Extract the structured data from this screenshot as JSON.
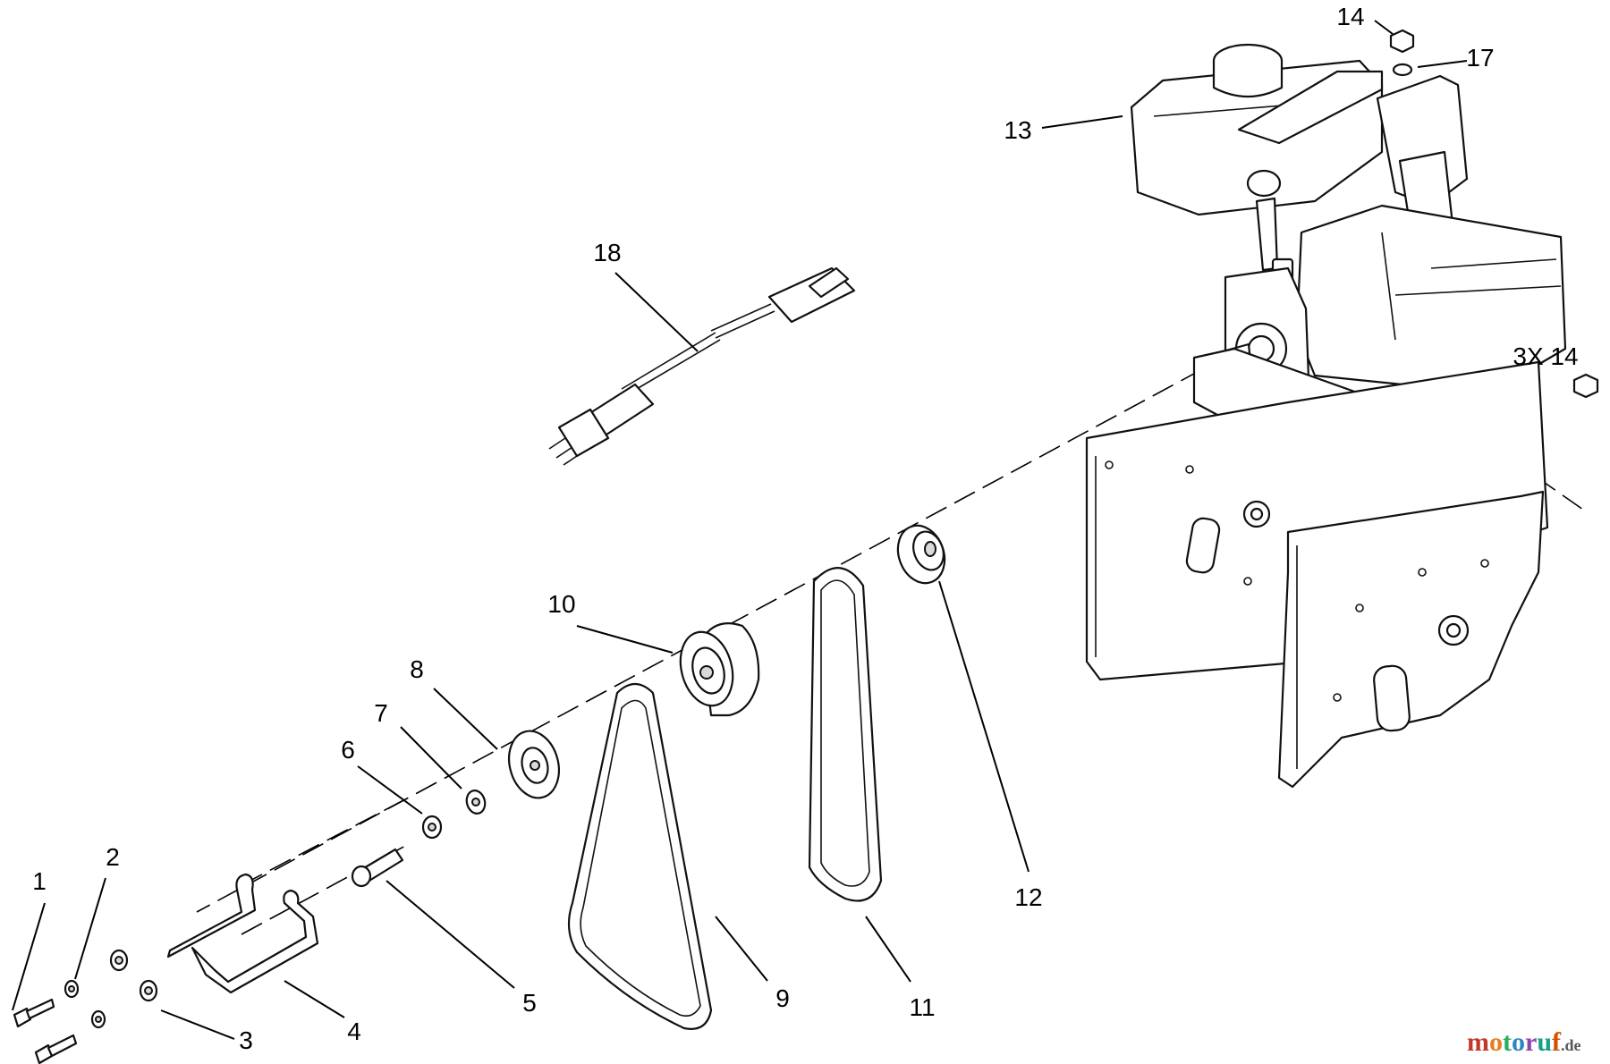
{
  "callouts": {
    "c1": "1",
    "c2": "2",
    "c3": "3",
    "c4": "4",
    "c5": "5",
    "c6": "6",
    "c7": "7",
    "c8": "8",
    "c9": "9",
    "c10": "10",
    "c11": "11",
    "c12": "12",
    "c13": "13",
    "c14": "14",
    "c17": "17",
    "c18": "18",
    "c3x14": "3X 14"
  },
  "watermark": {
    "letters": [
      "m",
      "o",
      "t",
      "o",
      "r",
      "u",
      "f"
    ],
    "suffix": ".de",
    "colors": [
      "#c0392b",
      "#e67e22",
      "#27ae60",
      "#2e86c1",
      "#8e44ad",
      "#16a085",
      "#d35400"
    ]
  },
  "colors": {
    "ink": "#111111",
    "background": "#ffffff",
    "shade": "#d9d9d9"
  }
}
